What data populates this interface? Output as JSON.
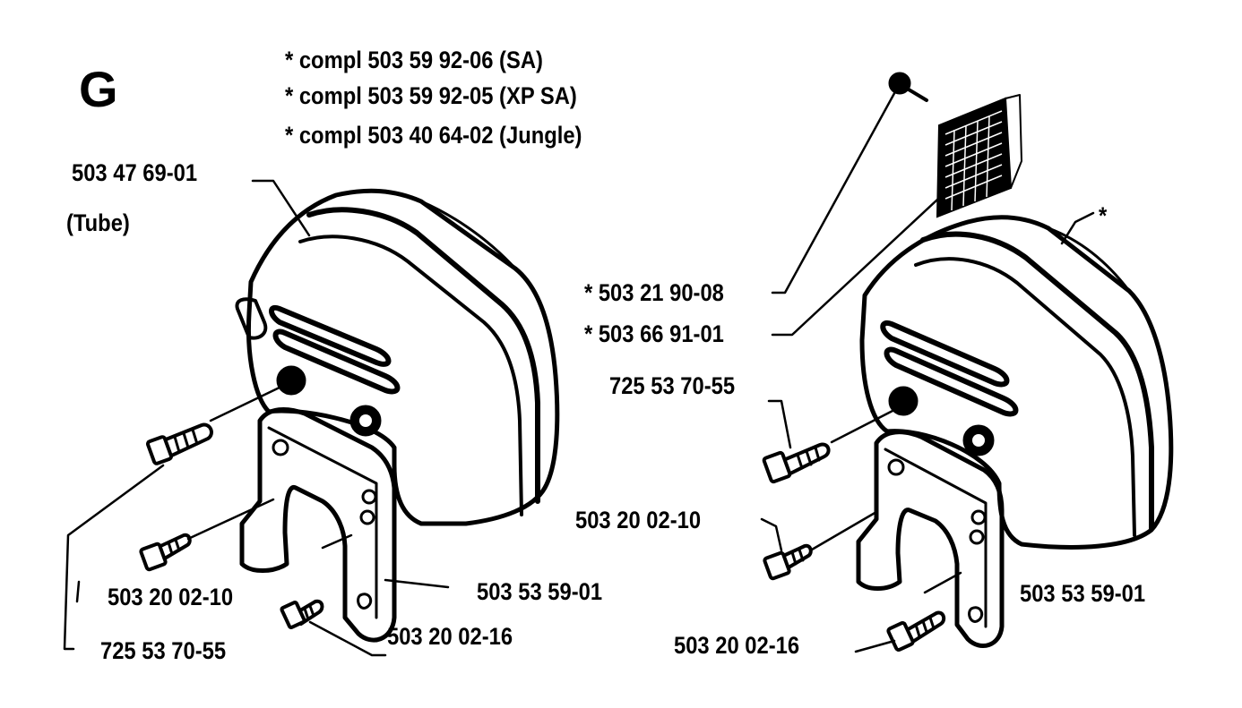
{
  "section_letter": "G",
  "kit_notes": [
    "*  compl 503 59 92-06 (SA)",
    "*  compl 503 59 92-05 (XP SA)",
    "*  compl 503 40 64-02 (Jungle)"
  ],
  "left_assembly": {
    "muffler_part": "503 47 69-01",
    "muffler_note": "(Tube)",
    "bracket_part": "503 53 59-01",
    "bolt_short": "503 20 02-10",
    "bolt_long": "725 53 70-55",
    "screw": "503 20 02-16"
  },
  "right_assembly": {
    "asterisk_marker": "*",
    "screen_screw": "*  503 21 90-08",
    "spark_screen": "*  503 66 91-01",
    "bolt_long": "725 53 70-55",
    "bolt_short": "503 20 02-10",
    "bracket_part": "503 53 59-01",
    "screw": "503 20 02-16"
  }
}
